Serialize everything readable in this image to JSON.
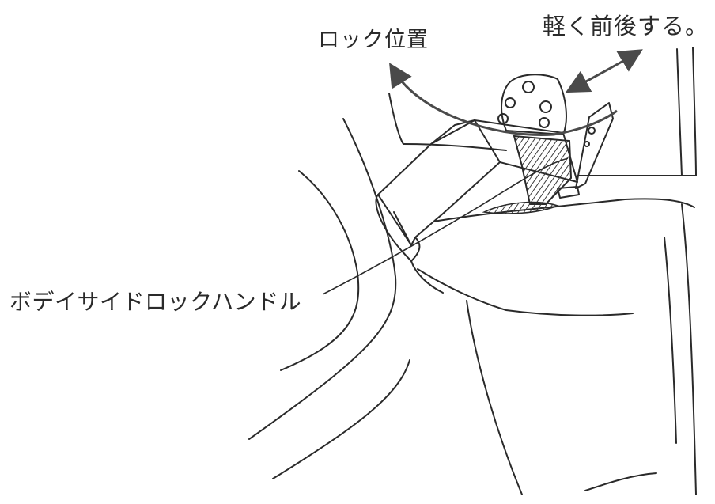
{
  "labels": {
    "lock_position": "ロック位置",
    "move_lightly": "軽く前後する。",
    "body_side_lock_handle": "ボデイサイドロックハンドル"
  },
  "colors": {
    "ink": "#2a2a2a",
    "hatch": "#3a3a3a",
    "arrow": "#4a4a4a",
    "paper": "#ffffff"
  },
  "icons": {
    "lock_arrow": "curved-double-arrow",
    "fore_aft_arrow": "double-headed-arrow"
  }
}
